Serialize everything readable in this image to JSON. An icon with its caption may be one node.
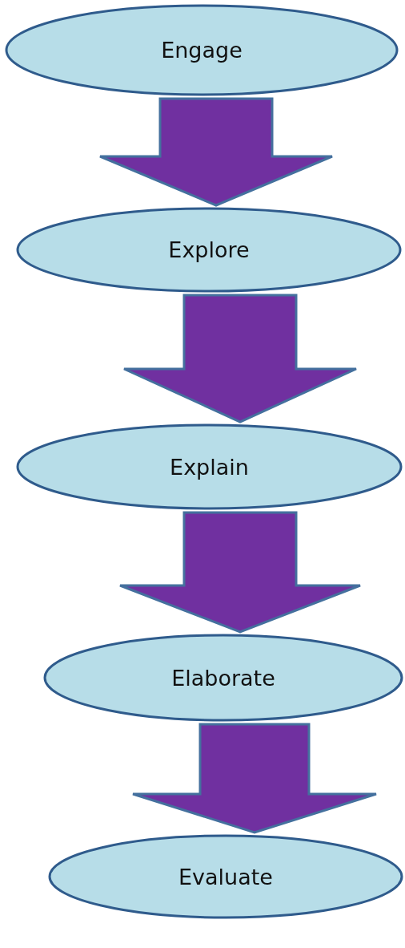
{
  "diagram": {
    "nodes": [
      {
        "text": [
          "Engage"
        ]
      },
      {
        "text": [
          "Explore"
        ]
      },
      {
        "text": [
          "Explain"
        ]
      },
      {
        "text": [
          "Elaborate"
        ]
      },
      {
        "text": [
          "Evaluate"
        ]
      }
    ],
    "edges": [
      {
        "from": 0,
        "to": 1,
        "arrow": "to"
      },
      {
        "from": 1,
        "to": 2,
        "arrow": "to"
      },
      {
        "from": 2,
        "to": 3,
        "arrow": "to"
      },
      {
        "from": 3,
        "to": 4,
        "arrow": "to"
      }
    ]
  }
}
